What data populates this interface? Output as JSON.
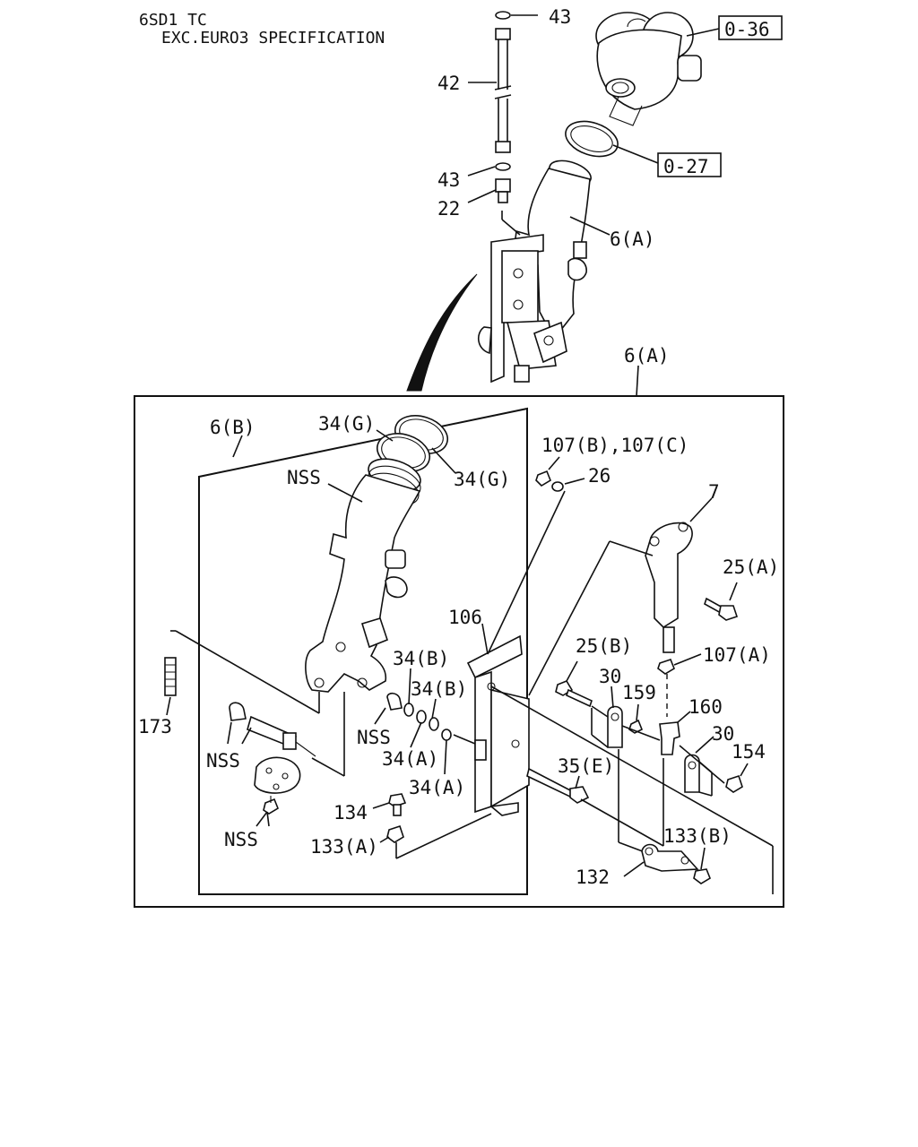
{
  "header": {
    "engine": "6SD1 TC",
    "spec": "EXC.EURO3 SPECIFICATION"
  },
  "refs": {
    "r036": "0-36",
    "r027": "0-27"
  },
  "labels": {
    "l43a": "43",
    "l42": "42",
    "l43b": "43",
    "l22": "22",
    "l6a_top": "6(A)",
    "l6a_box": "6(A)",
    "l6b": "6(B)",
    "l34g_a": "34(G)",
    "l34g_b": "34(G)",
    "lnss1": "NSS",
    "l107bc": "107(B),107(C)",
    "l26": "26",
    "l7": "7",
    "l25a": "25(A)",
    "l106": "106",
    "l25b": "25(B)",
    "l107a": "107(A)",
    "l34b_a": "34(B)",
    "l34b_b": "34(B)",
    "l30a": "30",
    "l159": "159",
    "l160": "160",
    "l30b": "30",
    "l154": "154",
    "l173": "173",
    "lnss2": "NSS",
    "l34a_a": "34(A)",
    "lnss3": "NSS",
    "l35e": "35(E)",
    "l34a_b": "34(A)",
    "l134": "134",
    "lnss4": "NSS",
    "l133a": "133(A)",
    "l133b": "133(B)",
    "l132": "132"
  }
}
